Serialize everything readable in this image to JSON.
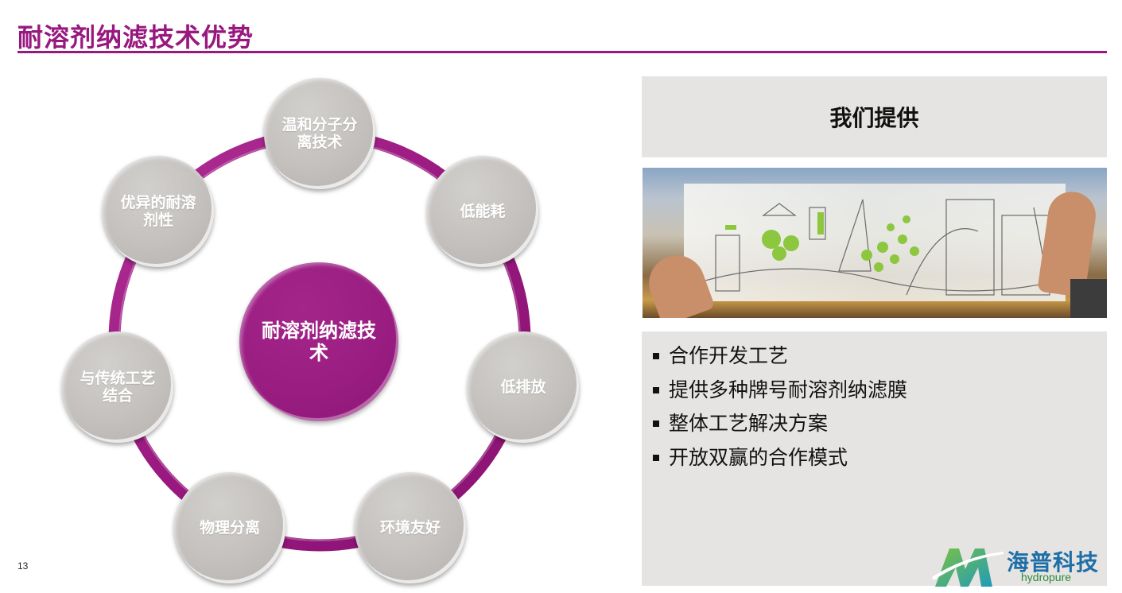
{
  "slide": {
    "title": "耐溶剂纳滤技术优势",
    "page_number": "13",
    "accent_color": "#98187f"
  },
  "diagram": {
    "center": "耐溶剂纳滤技术",
    "nodes": [
      {
        "label": "温和分子分离技术"
      },
      {
        "label": "低能耗"
      },
      {
        "label": "低排放"
      },
      {
        "label": "环境友好"
      },
      {
        "label": "物理分离"
      },
      {
        "label": "与传统工艺结合"
      },
      {
        "label": "优异的耐溶剂性"
      }
    ],
    "ring_color": "#98187f",
    "node_color": "#c3c0bd"
  },
  "offer": {
    "header": "我们提供",
    "image_alt": "hands holding a sketch of green industry over a plant at dusk",
    "items": [
      "合作开发工艺",
      "提供多种牌号耐溶剂纳滤膜",
      "整体工艺解决方案",
      "开放双赢的合作模式"
    ]
  },
  "logo": {
    "cn": "海普科技",
    "en": "hydropure"
  }
}
